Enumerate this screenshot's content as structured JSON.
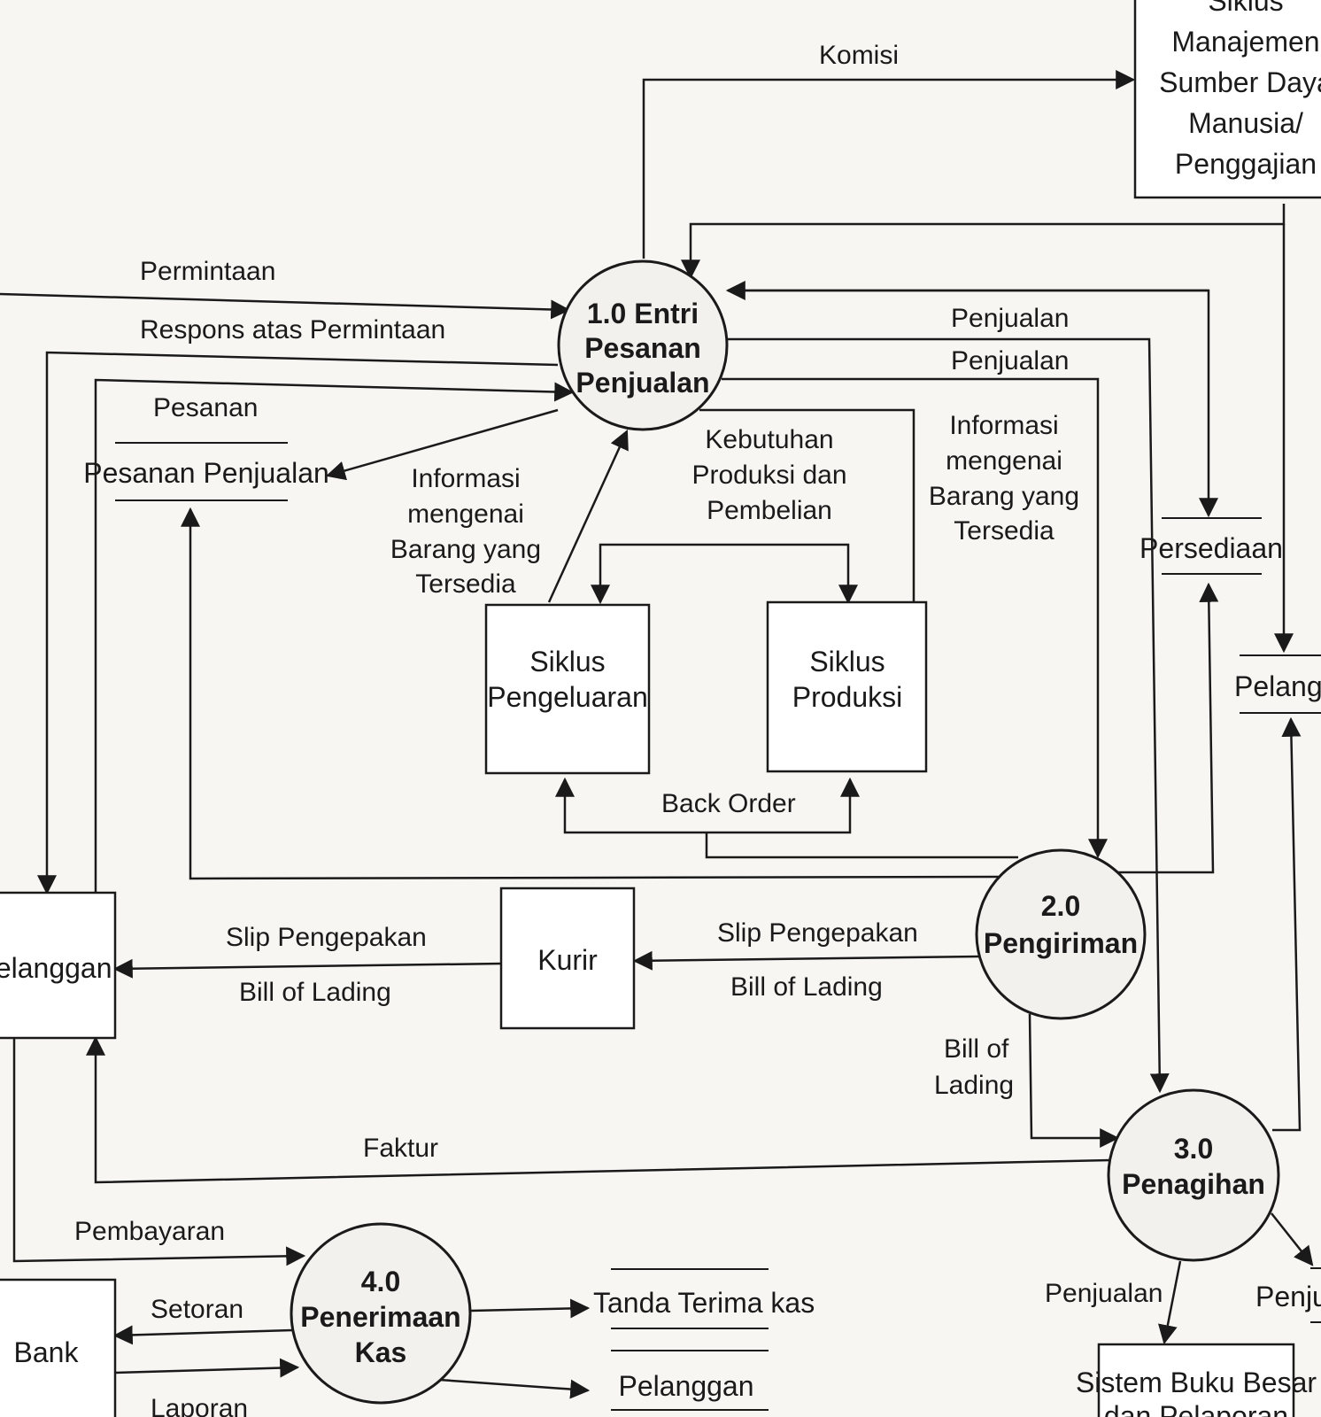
{
  "processes": {
    "p1": {
      "lines": [
        "1.0 Entri",
        "Pesanan",
        "Penjualan"
      ]
    },
    "p2": {
      "lines": [
        "2.0",
        "Pengiriman"
      ]
    },
    "p3": {
      "lines": [
        "3.0",
        "Penagihan"
      ]
    },
    "p4": {
      "lines": [
        "4.0",
        "Penerimaan",
        "Kas"
      ]
    }
  },
  "entities": {
    "sdm": {
      "lines": [
        "Siklus",
        "Manajemen",
        "Sumber Daya",
        "Manusia/",
        "Penggajian"
      ]
    },
    "pengeluaran": {
      "lines": [
        "Siklus",
        "Pengeluaran"
      ]
    },
    "produksi": {
      "lines": [
        "Siklus",
        "Produksi"
      ]
    },
    "pelanggan": {
      "label": "Pelanggan"
    },
    "kurir": {
      "label": "Kurir"
    },
    "bank": {
      "label": "Bank"
    },
    "buku_besar": {
      "lines": [
        "Sistem Buku Besar",
        "dan Pelaporan"
      ]
    }
  },
  "stores": {
    "pesanan_penjualan": "Pesanan Penjualan",
    "persediaan": "Persediaan",
    "pelanggan_right": "Pelanggan",
    "tanda_terima": "Tanda Terima kas",
    "pelanggan_bottom": "Pelanggan",
    "penjualan_right": "Penjualan"
  },
  "flows": {
    "komisi": "Komisi",
    "permintaan": "Permintaan",
    "respons": "Respons atas Permintaan",
    "pesanan": "Pesanan",
    "penjualan_a": "Penjualan",
    "penjualan_b": "Penjualan",
    "info_left": [
      "Informasi",
      "mengenai",
      "Barang yang",
      "Tersedia"
    ],
    "kebutuhan": [
      "Kebutuhan",
      "Produksi dan",
      "Pembelian"
    ],
    "info_right": [
      "Informasi",
      "mengenai",
      "Barang yang",
      "Tersedia"
    ],
    "back_order": "Back Order",
    "slip_left": "Slip Pengepakan",
    "bill_left": "Bill of Lading",
    "slip_right": "Slip Pengepakan",
    "bill_right": "Bill of Lading",
    "bill_of": [
      "Bill of",
      "Lading"
    ],
    "faktur": "Faktur",
    "pembayaran": "Pembayaran",
    "setoran": "Setoran",
    "laporan": "Laporan",
    "penjualan_bottom": "Penjualan"
  }
}
